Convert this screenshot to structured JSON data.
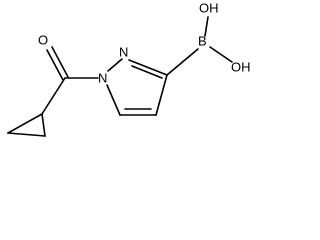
{
  "molecule": {
    "atoms": {
      "carbonyl_oxygen": "O",
      "pyrazole_n1": "N",
      "pyrazole_n2": "N",
      "boron": "B",
      "hydroxyl_top": "OH",
      "hydroxyl_right": "OH"
    }
  },
  "colors": {
    "bond": "#000000",
    "text": "#000000",
    "background": "#ffffff"
  }
}
